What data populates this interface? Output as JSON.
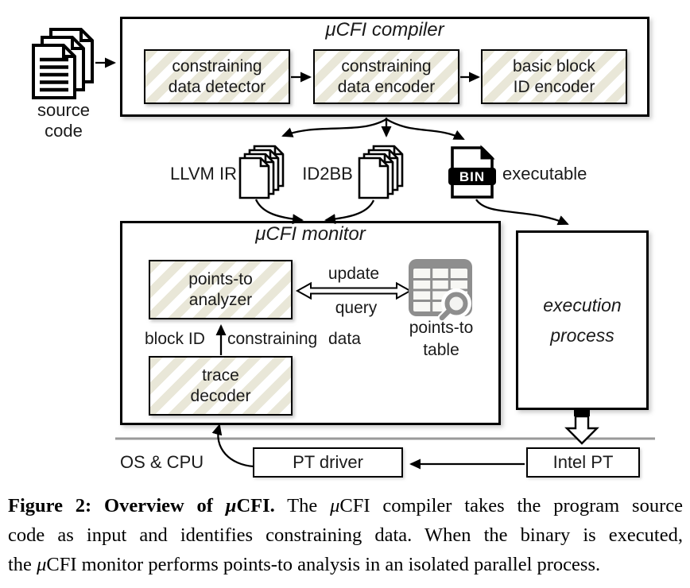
{
  "colors": {
    "hatch": "#e9e7d8",
    "table_gray": "#8e8e8e",
    "line_gray": "#9a9a9a",
    "ink": "#1a1a1a"
  },
  "diagram": {
    "source": {
      "line1": "source",
      "line2": "code"
    },
    "compiler": {
      "title": "μCFI compiler",
      "detector": {
        "line1": "constraining",
        "line2": "data detector"
      },
      "encoder": {
        "line1": "constraining",
        "line2": "data encoder"
      },
      "bb_encoder": {
        "line1": "basic block",
        "line2": "ID encoder"
      }
    },
    "artifacts": {
      "llvm_ir": "LLVM IR",
      "id2bb": "ID2BB",
      "bin": "BIN",
      "executable": "executable"
    },
    "monitor": {
      "title": "μCFI monitor",
      "analyzer": {
        "line1": "points-to",
        "line2": "analyzer"
      },
      "update": "update",
      "query": "query",
      "table": {
        "line1": "points-to",
        "line2": "table"
      },
      "block_id": "block ID",
      "constraining": "constraining",
      "data": "data",
      "decoder": {
        "line1": "trace",
        "line2": "decoder"
      }
    },
    "execution": {
      "line1": "execution",
      "line2": "process"
    },
    "os_cpu": "OS & CPU",
    "pt_driver": "PT driver",
    "intel_pt": "Intel PT"
  },
  "caption": {
    "bold_a": "Figure 2: Overview of ",
    "bold_mu": "μ",
    "bold_b": "CFI.",
    "l1_a": " The ",
    "l1_mu": "μ",
    "l1_b": "CFI compiler takes the program source",
    "l2": "code as input and identifies constraining data. When the binary is executed,",
    "l3_a": "the ",
    "l3_mu": "μ",
    "l3_b": "CFI monitor performs points-to analysis in an isolated parallel process."
  }
}
